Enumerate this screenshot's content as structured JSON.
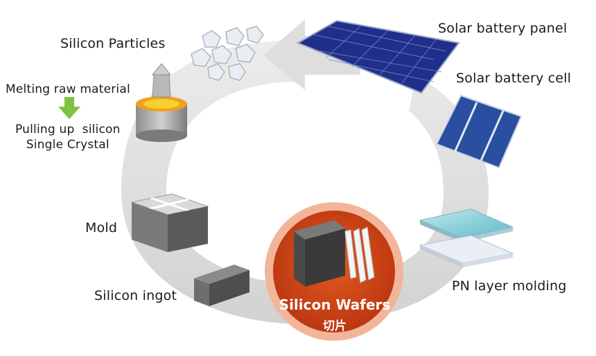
{
  "diagram": {
    "center_stage": {
      "title": "Silicon Wafers",
      "subtitle": "切片"
    },
    "stages": {
      "silicon_particles": "Silicon Particles",
      "melting": "Melting raw material",
      "pulling_line1": "Pulling up  silicon",
      "pulling_line2": "Single Crystal",
      "mold": "Mold",
      "silicon_ingot": "Silicon ingot",
      "pn_layer": "PN layer molding",
      "solar_cell": "Solar battery cell",
      "solar_panel": "Solar battery panel"
    },
    "colors": {
      "cycle_ring": "#dcdcdc",
      "wafer_circle": "#d9461a",
      "wafer_ring": "#f3b59a",
      "step_arrow": "#7dc242",
      "panel_blue": "#1f2f8a",
      "cell_blue": "#2a4fa0",
      "ingot_gray": "#5e5e5e"
    },
    "icons": [
      "silicon-particles-icon",
      "crucible-icon",
      "down-arrow-icon",
      "mold-icon",
      "ingot-icon",
      "wafer-icon",
      "pn-layer-icon",
      "solar-cell-icon",
      "solar-panel-icon"
    ]
  }
}
